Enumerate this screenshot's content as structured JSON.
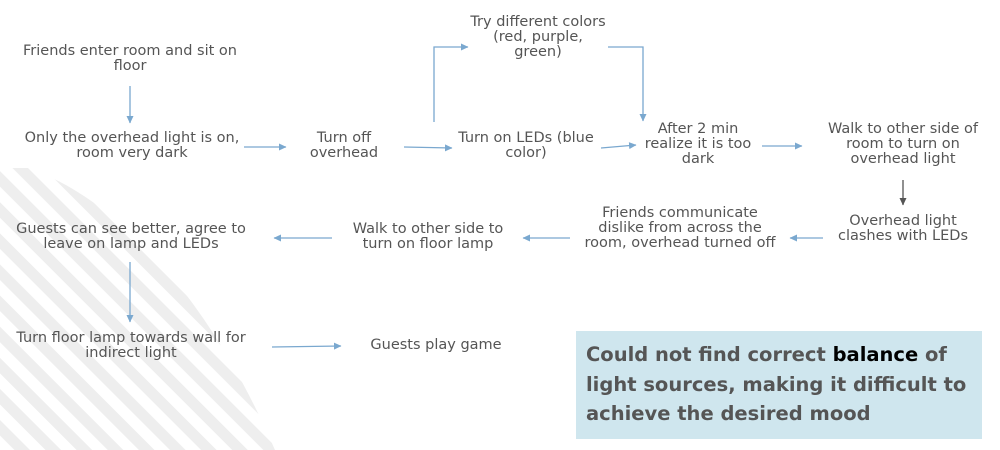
{
  "colors": {
    "arrow": "#7aa8cf",
    "arrow_dark": "#555555",
    "text": "#555555",
    "callout_bg": "#cfe6ee",
    "stripe": "#eeeeee"
  },
  "nodes": {
    "friends_enter": "Friends enter room and sit on floor",
    "only_overhead": "Only the overhead light is on, room very dark",
    "turn_off_overhead": "Turn off overhead",
    "turn_on_leds": "Turn on LEDs (blue color)",
    "try_colors": "Try different colors (red, purple, green)",
    "after_2_min": "After 2 min realize it is too dark",
    "walk_other_side_overhead": "Walk to other side of room to turn on overhead light",
    "overhead_clashes": "Overhead light clashes with LEDs",
    "friends_communicate": "Friends communicate dislike from across the room, overhead turned off",
    "walk_floor_lamp": "Walk to other side to turn on floor lamp",
    "guests_see_better": "Guests can see better, agree to leave on lamp and LEDs",
    "turn_floor_lamp": "Turn floor lamp towards wall for indirect light",
    "guests_play": "Guests play game"
  },
  "callout": {
    "before": "Could not find correct ",
    "highlight": "balance",
    "after": " of light sources, making it difficult to achieve the desired mood"
  }
}
